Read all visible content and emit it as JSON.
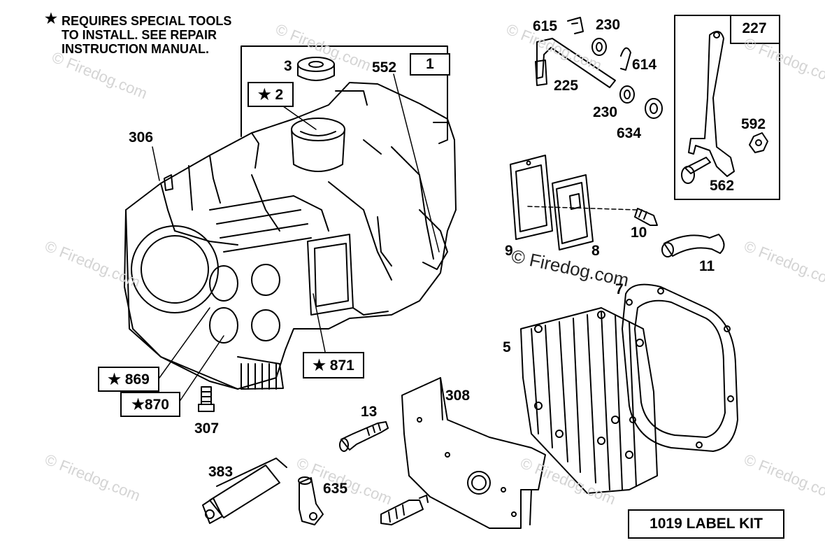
{
  "note": {
    "star": "★",
    "line1": "REQUIRES SPECIAL TOOLS",
    "line2": "TO INSTALL.  SEE REPAIR",
    "line3": "INSTRUCTION MANUAL."
  },
  "watermark": "© Firedog.com",
  "boxed_labels": {
    "b1": "1",
    "b2": "★ 2",
    "b227": "227",
    "b869": "★ 869",
    "b870": "★870",
    "b871": "★ 871",
    "label_kit": "1019 LABEL KIT"
  },
  "labels": {
    "l3": "3",
    "l552": "552",
    "l306": "306",
    "l615": "615",
    "l230a": "230",
    "l614": "614",
    "l225": "225",
    "l230b": "230",
    "l634": "634",
    "l592": "592",
    "l562": "562",
    "l10": "10",
    "l9": "9",
    "l8": "8",
    "l11": "11",
    "l7": "7",
    "l5": "5",
    "l308": "308",
    "l13": "13",
    "l307": "307",
    "l383": "383",
    "l635": "635"
  }
}
